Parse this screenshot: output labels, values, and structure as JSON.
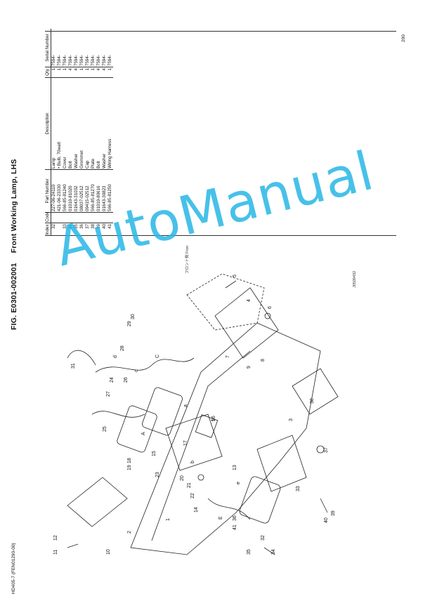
{
  "figure": {
    "number": "FIG. E0301-002001",
    "name": "Front Working Lamp, LHS"
  },
  "model_code": "HD405-7 (FEN01290-00)",
  "page_number": "200",
  "watermark": "AutoManual",
  "table": {
    "headers": {
      "index": "Index",
      "code": "Code",
      "part_number": "Part Number",
      "description": "Description",
      "qty": "Qty",
      "serial": "Serial Number"
    },
    "rows": [
      {
        "index": "32",
        "code": "",
        "part_number": "227-06-24110",
        "description": "Lamp",
        "qty": "1",
        "serial": "7594-"
      },
      {
        "index": "",
        "code": "",
        "part_number": "421-06-23330",
        "description": "• Bulb, 70watt",
        "qty": "1",
        "serial": "7594-"
      },
      {
        "index": "33",
        "code": "",
        "part_number": "566-85-81240",
        "description": "Cover",
        "qty": "1",
        "serial": "7594-"
      },
      {
        "index": "34",
        "code": "",
        "part_number": "01010-81020",
        "description": "Bolt",
        "qty": "4",
        "serial": "7594-"
      },
      {
        "index": "35",
        "code": "",
        "part_number": "01643-31032",
        "description": "Washer",
        "qty": "4",
        "serial": "7594-"
      },
      {
        "index": "36",
        "code": "",
        "part_number": "08037-02512",
        "description": "Grommet",
        "qty": "1",
        "serial": "7594-"
      },
      {
        "index": "37",
        "code": "",
        "part_number": "09415-02512",
        "description": "Cap",
        "qty": "1",
        "serial": "7594-"
      },
      {
        "index": "38",
        "code": "",
        "part_number": "566-85-81270",
        "description": "Plate",
        "qty": "1",
        "serial": "7594-"
      },
      {
        "index": "39",
        "code": "",
        "part_number": "01010-80616",
        "description": "Bolt",
        "qty": "4",
        "serial": "7594-"
      },
      {
        "index": "40",
        "code": "",
        "part_number": "01643-30823",
        "description": "Washer",
        "qty": "4",
        "serial": "7594-"
      },
      {
        "index": "41",
        "code": "",
        "part_number": "566-85-81250",
        "description": "Wiring Harness",
        "qty": "1",
        "serial": "7594-"
      }
    ]
  },
  "diagram": {
    "note": "フロント側 Front Susent",
    "image_code": "J0509432",
    "callouts": [
      "1",
      "2",
      "3",
      "4",
      "5",
      "6",
      "7",
      "8",
      "9",
      "10",
      "11",
      "12",
      "13",
      "14",
      "15",
      "16",
      "17",
      "18",
      "19",
      "20",
      "21",
      "22",
      "23",
      "24",
      "25",
      "26",
      "27",
      "28",
      "29",
      "30",
      "31",
      "32",
      "33",
      "34",
      "35",
      "36",
      "37",
      "38",
      "39",
      "40",
      "41",
      "a",
      "b",
      "c",
      "d",
      "e",
      "f",
      "A",
      "C",
      "E"
    ]
  }
}
